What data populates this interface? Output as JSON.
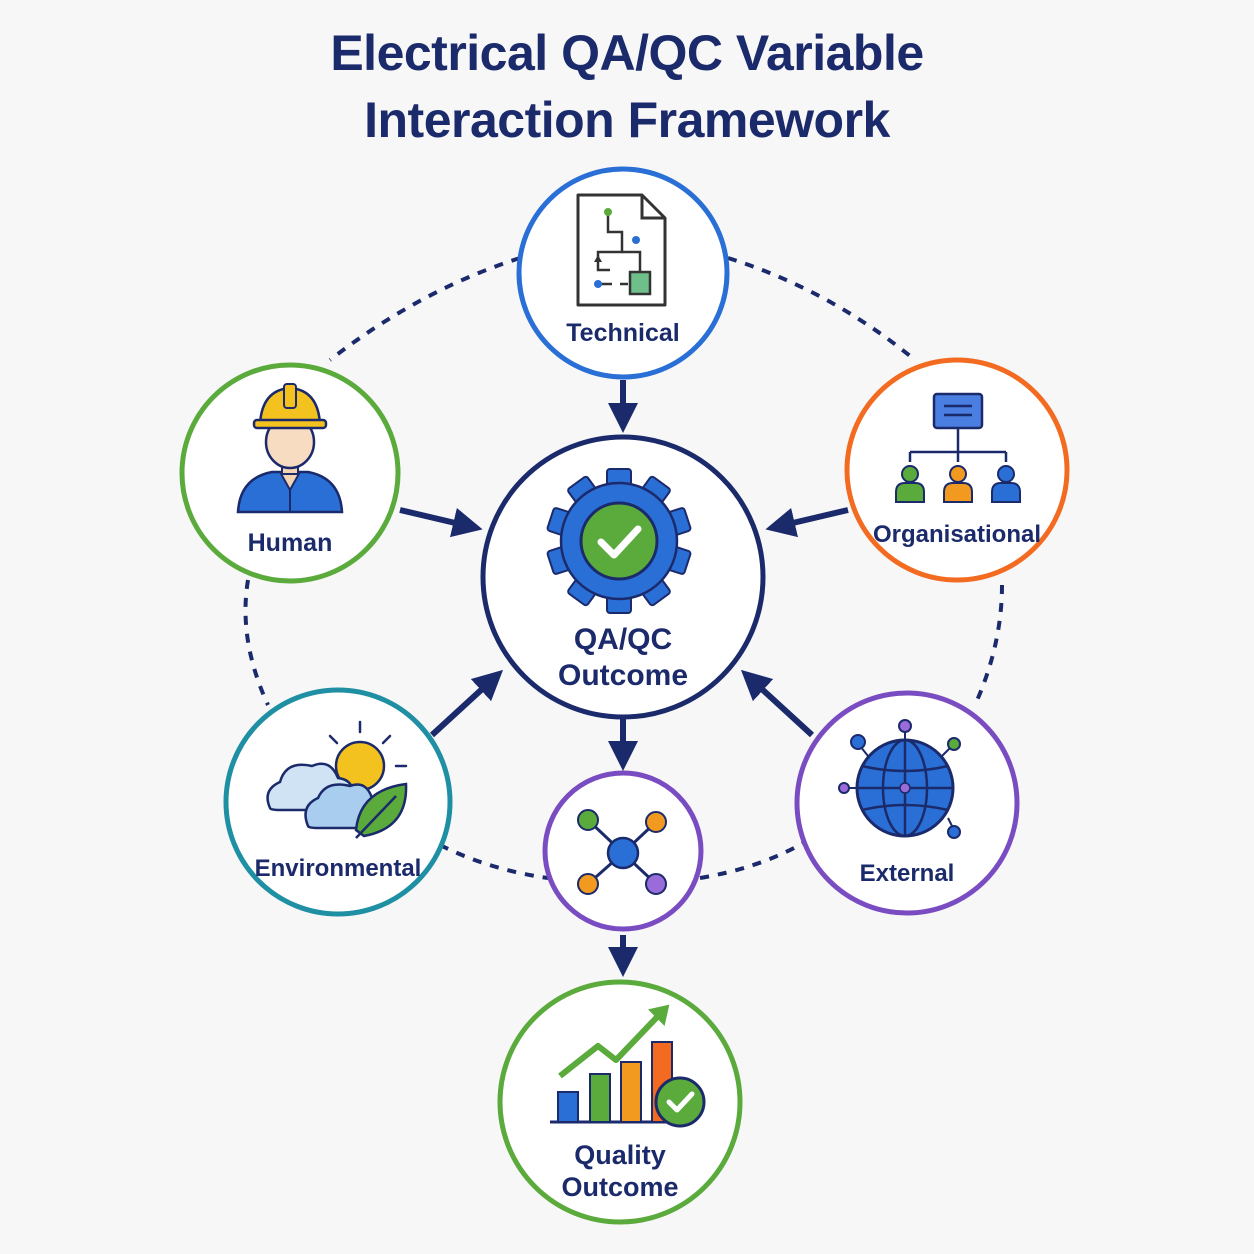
{
  "title": {
    "line1": "Electrical QA/QC Variable",
    "line2": "Interaction Framework"
  },
  "nodes": {
    "technical": {
      "label": "Technical",
      "icon": "schematic-document-icon",
      "color": "#2a6fd6"
    },
    "human": {
      "label": "Human",
      "icon": "worker-hard-hat-icon",
      "color": "#5aaa3c"
    },
    "organisational": {
      "label": "Organisational",
      "icon": "org-chart-icon",
      "color": "#f26b21"
    },
    "environmental": {
      "label": "Environmental",
      "icon": "weather-leaf-icon",
      "color": "#1f8fa3"
    },
    "external": {
      "label": "External",
      "icon": "globe-network-icon",
      "color": "#7a4cc2"
    },
    "center": {
      "label_line1": "QA/QC",
      "label_line2": "Outcome",
      "icon": "gear-check-icon",
      "color": "#1b2a6b"
    },
    "connector": {
      "icon": "network-hub-icon",
      "color": "#7a4cc2"
    },
    "quality": {
      "label_line1": "Quality",
      "label_line2": "Outcome",
      "icon": "growth-chart-check-icon",
      "color": "#5aaa3c"
    }
  },
  "colors": {
    "navy": "#1b2a6b",
    "blue": "#2a6fd6",
    "green": "#5aaa3c",
    "orange": "#f26b21",
    "teal": "#1f8fa3",
    "purple": "#7a4cc2"
  }
}
